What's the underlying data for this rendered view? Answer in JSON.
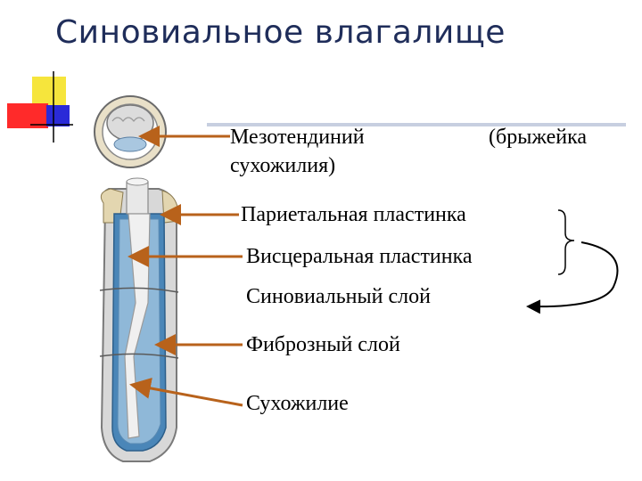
{
  "slide": {
    "title": "Синовиальное влагалище"
  },
  "labels": {
    "mesotendon_line1": "Мезотендиний",
    "mesotendon_paren": "(брыжейка",
    "mesotendon_line2": "сухожилия)",
    "parietal": "Париетальная пластинка",
    "visceral": "Висцеральная пластинка",
    "synovial": "Синовиальный слой",
    "fibrous": "Фиброзный слой",
    "tendon": "Сухожилие"
  },
  "colors": {
    "title": "#1f2d5a",
    "arrow": "#b8621b",
    "tendon_sheath": "#4a86b8",
    "bone": "#e3d6b0"
  }
}
